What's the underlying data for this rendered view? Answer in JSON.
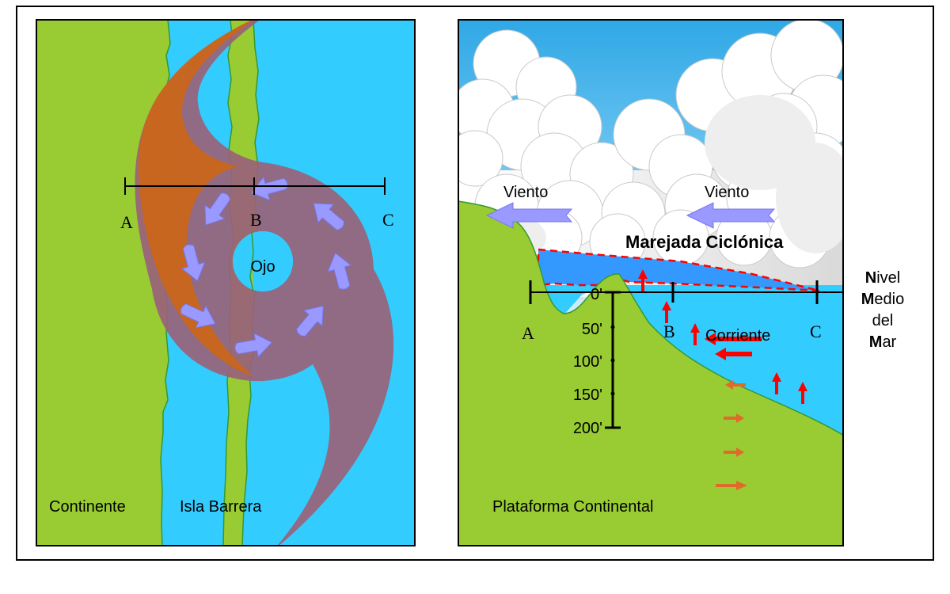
{
  "left_panel": {
    "continent_label": "Continente",
    "barrier_island_label": "Isla Barrera",
    "eye_label": "Ojo",
    "transect": {
      "a": "A",
      "b": "B",
      "c": "C"
    }
  },
  "right_panel": {
    "wind_left_label": "Viento",
    "wind_right_label": "Viento",
    "storm_surge_label": "Marejada Ciclónica",
    "current_label": "Corriente",
    "shelf_label": "Plataforma Continental",
    "transect": {
      "a": "A",
      "b": "B",
      "c": "C"
    },
    "depth_ticks": [
      "0'",
      "50'",
      "100'",
      "150'",
      "200'"
    ],
    "sea_level_lines": [
      {
        "initial": "N",
        "rest": "ivel"
      },
      {
        "initial": "M",
        "rest": "edio"
      },
      {
        "initial": "",
        "rest": "del"
      },
      {
        "initial": "M",
        "rest": "ar"
      }
    ]
  },
  "colors": {
    "land": "#99cc33",
    "water": "#33ccff",
    "hurricane_body": "#99627a",
    "hurricane_orange": "#cc6619",
    "arrow_purple": "#9999ff",
    "surge_fill": "#3399ff",
    "surge_outline": "#ff0000",
    "current_arrow": "#ff0000",
    "offshore_arrow": "#e06a2a"
  }
}
